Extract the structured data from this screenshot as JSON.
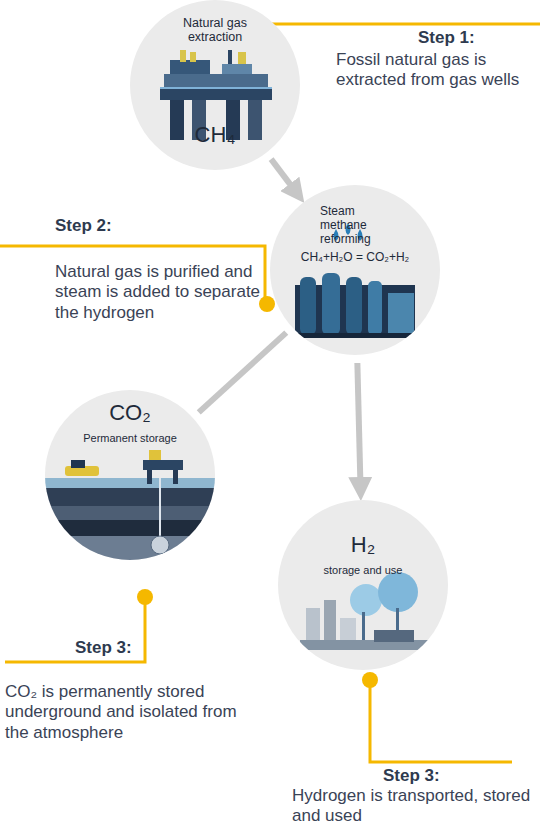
{
  "diagram": {
    "nodes": [
      {
        "text": [
          "Natural gas extraction",
          "CH₄"
        ]
      },
      {
        "text": [
          "Steam methane reforming",
          "CH₄+H₂O = CO₂+H₂"
        ]
      },
      {
        "text": [
          "CO₂",
          "Permanent storage"
        ]
      },
      {
        "text": [
          "H₂",
          "storage and use"
        ]
      }
    ],
    "edges": [
      {
        "from": 0,
        "to": 1,
        "arrow": "to"
      },
      {
        "from": 1,
        "to": 2,
        "arrow": "none"
      },
      {
        "from": 1,
        "to": 3,
        "arrow": "to"
      }
    ],
    "labels": [
      "Step 1:",
      "Fossil natural gas is extracted from gas wells",
      "Step 2:",
      "Natural gas is purified and steam is added to separate the hydrogen",
      "Step 3:",
      "CO₂ is permanently stored underground and isolated from the atmosphere",
      "Step 3:",
      "Hydrogen is transported, stored and used"
    ]
  }
}
